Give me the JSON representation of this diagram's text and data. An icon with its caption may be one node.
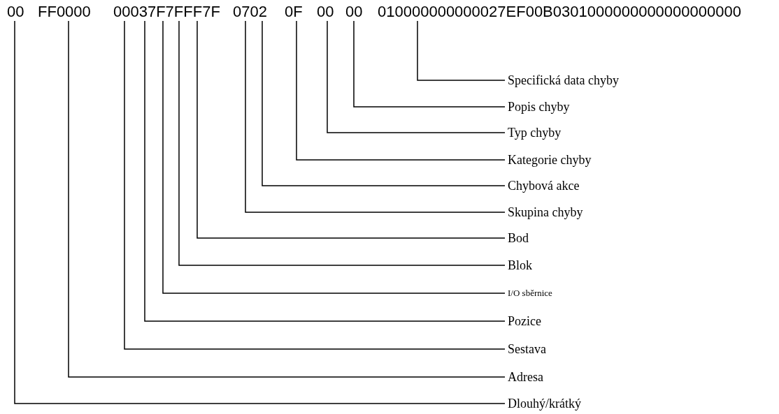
{
  "diagram": {
    "nodes": [
      {
        "text": [
          "00"
        ]
      },
      {
        "text": [
          "FF0000"
        ]
      },
      {
        "text": [
          "00037F7FFF7F"
        ]
      },
      {
        "text": [
          "0702"
        ]
      },
      {
        "text": [
          "0F"
        ]
      },
      {
        "text": [
          "00"
        ]
      },
      {
        "text": [
          "00"
        ]
      },
      {
        "text": [
          "010000000000027EF00B0301000000000000000000"
        ]
      },
      {
        "text": [
          "Specifická data chyby"
        ]
      },
      {
        "text": [
          "Popis chyby"
        ]
      },
      {
        "text": [
          "Typ chyby"
        ]
      },
      {
        "text": [
          "Kategorie chyby"
        ]
      },
      {
        "text": [
          "Chybová akce"
        ]
      },
      {
        "text": [
          "Skupina chyby"
        ]
      },
      {
        "text": [
          "Bod"
        ]
      },
      {
        "text": [
          "Blok"
        ]
      },
      {
        "text": [
          "I/O sběrnice"
        ]
      },
      {
        "text": [
          "Pozice"
        ]
      },
      {
        "text": [
          "Sestava"
        ]
      },
      {
        "text": [
          "Adresa"
        ]
      },
      {
        "text": [
          "Dlouhý/krátký"
        ]
      }
    ],
    "edges": [
      {
        "from": 8,
        "to": 7,
        "arrow": "none"
      },
      {
        "from": 9,
        "to": 6,
        "arrow": "none"
      },
      {
        "from": 10,
        "to": 5,
        "arrow": "none"
      },
      {
        "from": 11,
        "to": 4,
        "arrow": "none"
      },
      {
        "from": 12,
        "to": 3,
        "arrow": "none"
      },
      {
        "from": 13,
        "to": 3,
        "arrow": "none"
      },
      {
        "from": 14,
        "to": 2,
        "arrow": "none"
      },
      {
        "from": 15,
        "to": 2,
        "arrow": "none"
      },
      {
        "from": 16,
        "to": 2,
        "arrow": "none"
      },
      {
        "from": 17,
        "to": 2,
        "arrow": "none"
      },
      {
        "from": 18,
        "to": 2,
        "arrow": "none"
      },
      {
        "from": 19,
        "to": 1,
        "arrow": "none"
      },
      {
        "from": 20,
        "to": 0,
        "arrow": "none"
      }
    ]
  }
}
